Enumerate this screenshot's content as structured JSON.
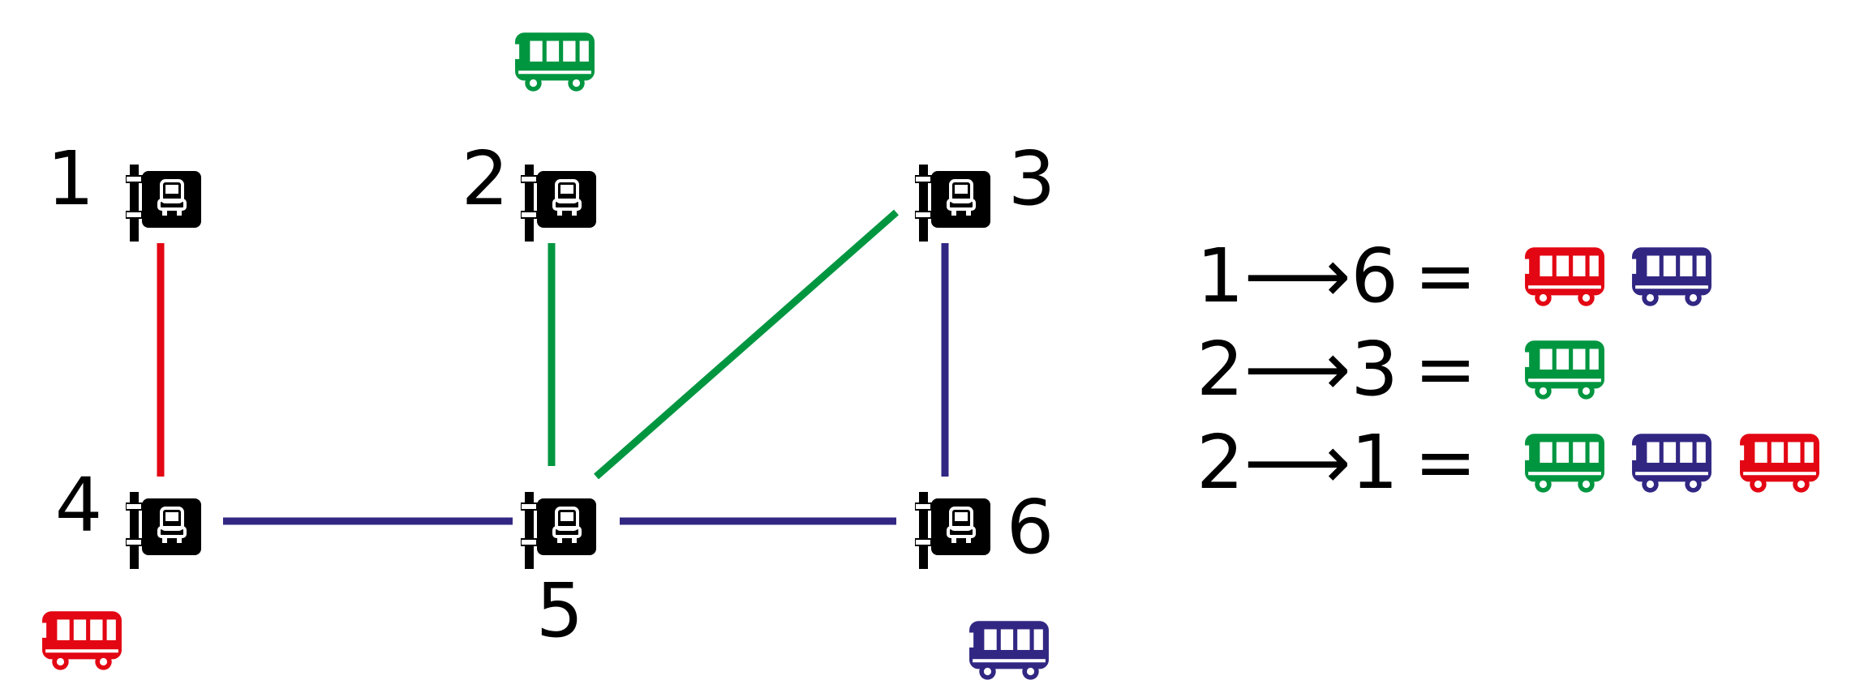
{
  "colors": {
    "red": "#e30613",
    "green": "#009640",
    "blue": "#312783",
    "black": "#000000"
  },
  "stops": [
    {
      "id": "1",
      "label": "1"
    },
    {
      "id": "2",
      "label": "2"
    },
    {
      "id": "3",
      "label": "3"
    },
    {
      "id": "4",
      "label": "4"
    },
    {
      "id": "5",
      "label": "5"
    },
    {
      "id": "6",
      "label": "6"
    }
  ],
  "routes": [
    {
      "from": "1",
      "to": "4",
      "line": "red"
    },
    {
      "from": "2",
      "to": "5",
      "line": "green"
    },
    {
      "from": "5",
      "to": "3",
      "line": "green"
    },
    {
      "from": "3",
      "to": "6",
      "line": "blue"
    },
    {
      "from": "4",
      "to": "5",
      "line": "blue"
    },
    {
      "from": "5",
      "to": "6",
      "line": "blue"
    }
  ],
  "line_buses": [
    {
      "line": "green",
      "near_stop": "2"
    },
    {
      "line": "red",
      "near_stop": "4"
    },
    {
      "line": "blue",
      "near_stop": "6"
    }
  ],
  "equations": [
    {
      "trip": "1⟶6",
      "equals": "=",
      "buses": [
        "red",
        "blue"
      ]
    },
    {
      "trip": "2⟶3",
      "equals": "=",
      "buses": [
        "green"
      ]
    },
    {
      "trip": "2⟶1",
      "equals": "=",
      "buses": [
        "green",
        "blue",
        "red"
      ]
    }
  ],
  "icons": {
    "stop": "bus-stop-sign-icon",
    "bus": "bus-icon"
  }
}
